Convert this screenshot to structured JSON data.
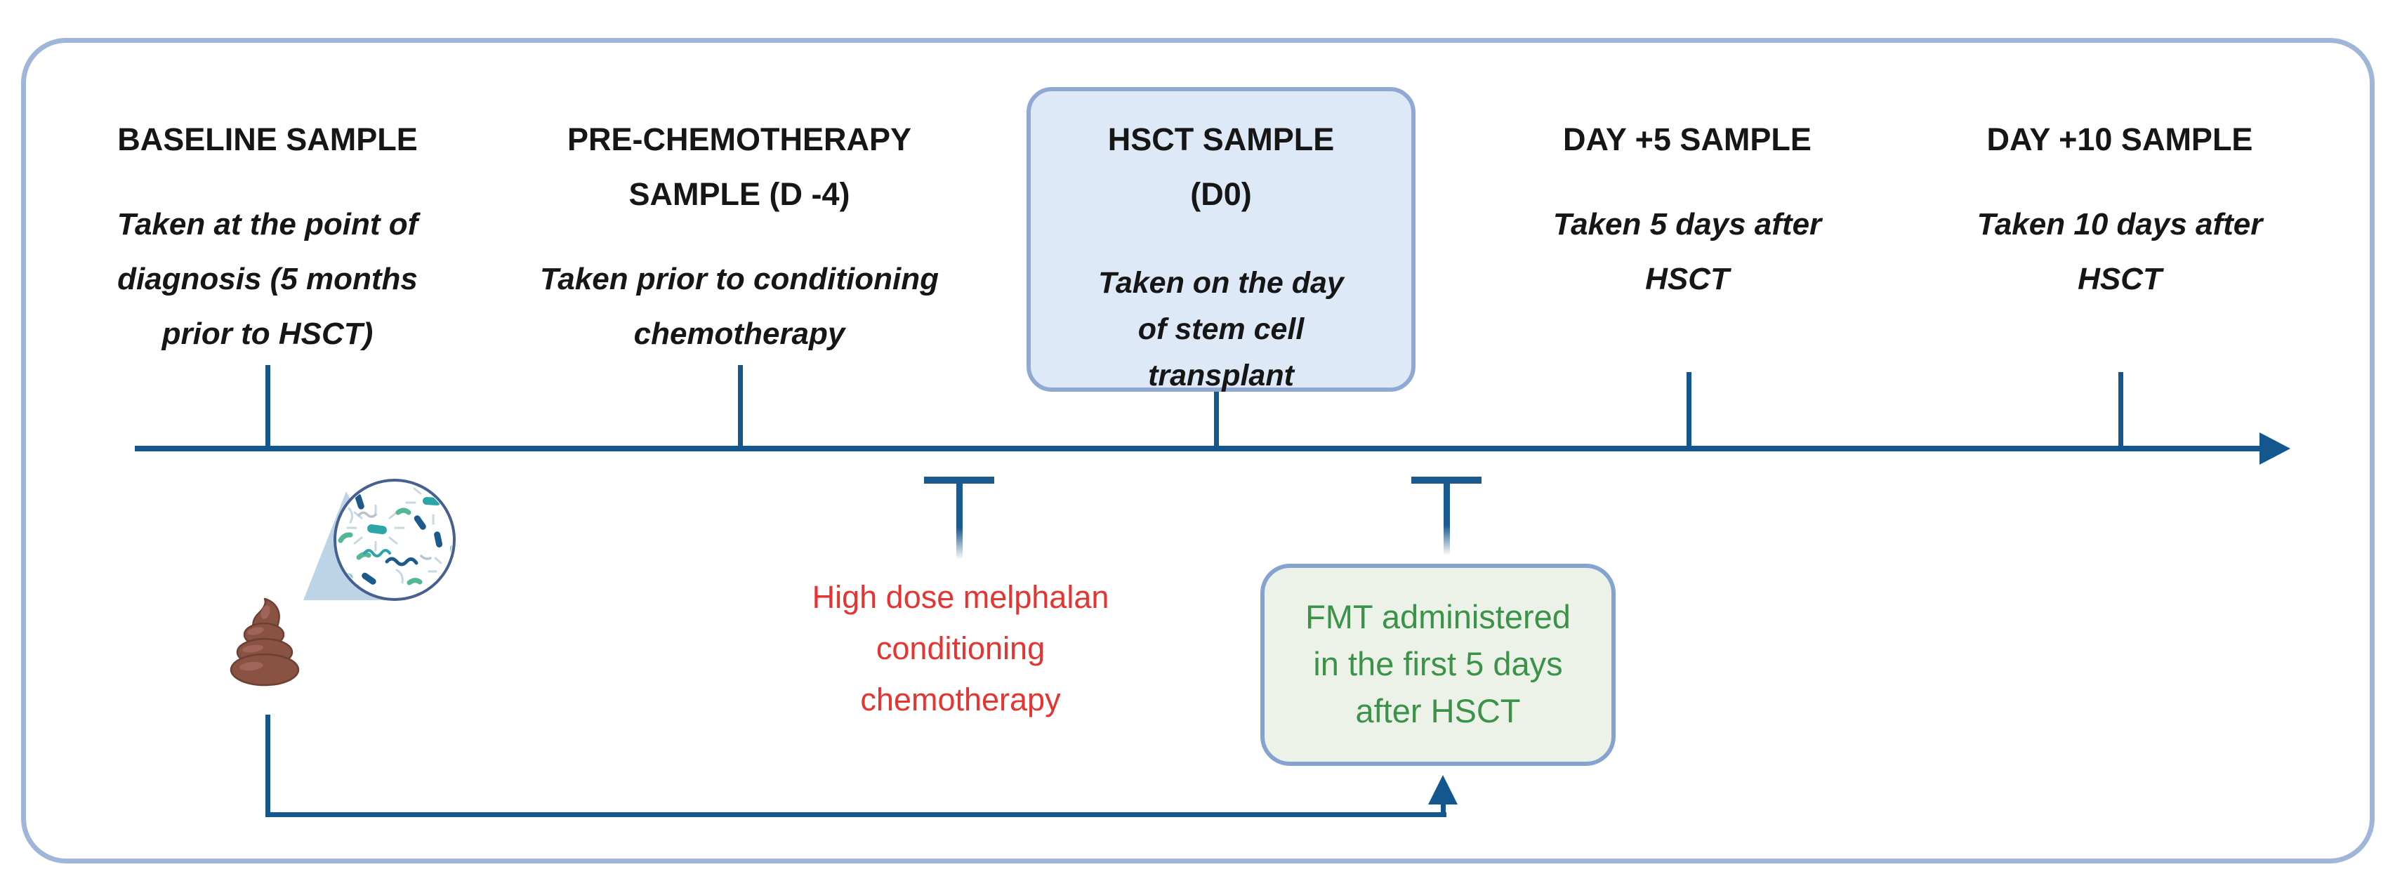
{
  "diagram": {
    "colors": {
      "axis_dark_blue": "#14568e",
      "frame_light_blue": "#9fb6da",
      "sample_box_fill": "#dde9f7",
      "sample_box_border": "#8fa9d2",
      "fmt_box_fill": "#edf2e9",
      "fmt_box_border": "#85a3cf",
      "chemo_text_red": "#e63430",
      "fmt_text_green": "#3a9349"
    },
    "events": [
      {
        "title_lines": [
          "BASELINE SAMPLE"
        ],
        "desc_lines": [
          "Taken at the point of",
          "diagnosis (5 months",
          "prior to HSCT)"
        ]
      },
      {
        "title_lines": [
          "PRE-CHEMOTHERAPY",
          "SAMPLE (D -4)"
        ],
        "desc_lines": [
          "Taken prior to conditioning",
          "chemotherapy"
        ]
      },
      {
        "title_lines": [
          "HSCT SAMPLE",
          "(D0)"
        ],
        "desc_lines": [
          "Taken on the day",
          "of stem cell",
          "transplant"
        ],
        "highlighted": true
      },
      {
        "title_lines": [
          "DAY +5 SAMPLE"
        ],
        "desc_lines": [
          "Taken 5 days after",
          "HSCT"
        ]
      },
      {
        "title_lines": [
          "DAY +10 SAMPLE"
        ],
        "desc_lines": [
          "Taken 10 days after",
          "HSCT"
        ]
      }
    ],
    "chemo_note": {
      "lines": [
        "High dose melphalan",
        "conditioning",
        "chemotherapy"
      ]
    },
    "fmt_note": {
      "lines": [
        "FMT administered",
        "in the first 5 days",
        "after HSCT"
      ]
    },
    "icons": {
      "stool": "stool-sample-icon",
      "microbiome": "microbiome-magnifier-icon"
    }
  }
}
